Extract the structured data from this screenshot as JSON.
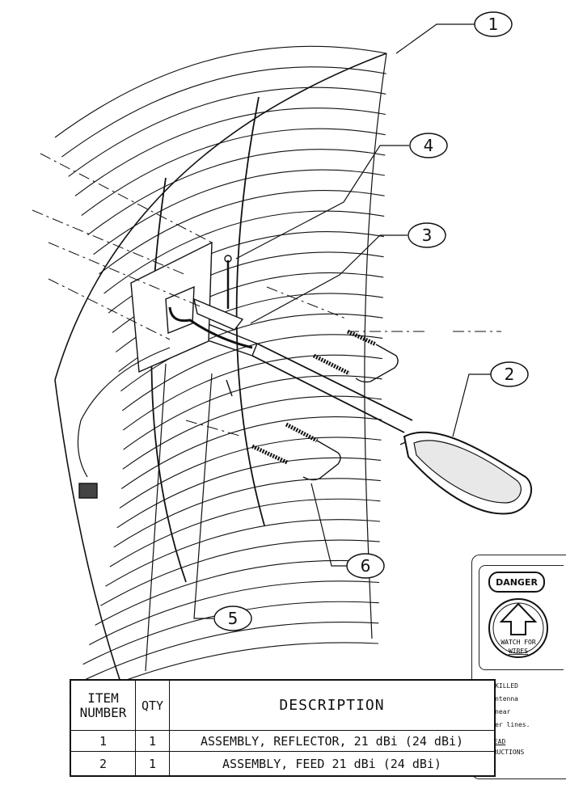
{
  "callouts": [
    {
      "number": "1"
    },
    {
      "number": "2"
    },
    {
      "number": "3"
    },
    {
      "number": "4"
    },
    {
      "number": "5"
    },
    {
      "number": "6"
    }
  ],
  "bom": {
    "headers": {
      "item_line1": "ITEM",
      "item_line2": "NUMBER",
      "qty": "QTY",
      "description": "DESCRIPTION"
    },
    "rows": [
      {
        "item": "1",
        "qty": "1",
        "description": "ASSEMBLY, REFLECTOR, 21 dBi (24 dBi)"
      },
      {
        "item": "2",
        "qty": "1",
        "description": "ASSEMBLY, FEED 21 dBi  (24 dBi)"
      }
    ]
  },
  "danger_label": {
    "badge": "DANGER",
    "sign_line1": "WATCH FOR",
    "sign_line2": "WIRES",
    "text_lines": [
      "n be KILLED",
      "his antenna",
      "ones near",
      ": power lines.",
      "READ",
      "TRUCTIONS"
    ]
  },
  "icons": {
    "sign": "arrow-up-in-circle-icon",
    "bolt": "bolt-icon",
    "connector": "cable-connector-icon"
  }
}
